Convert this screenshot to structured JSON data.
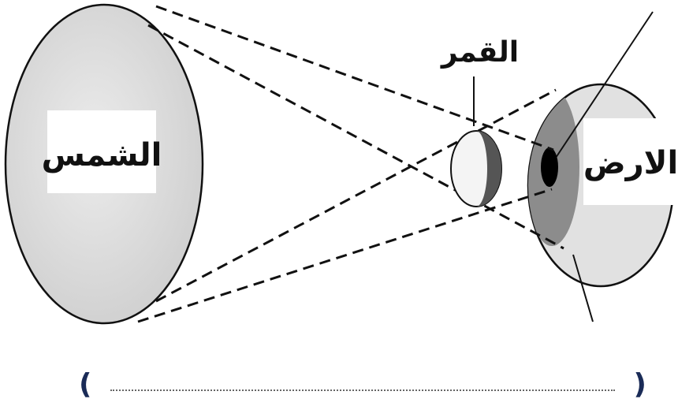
{
  "labels": {
    "sun": "الشمس",
    "moon": "القمر",
    "earth": "الارض"
  },
  "answer": {
    "open_paren": "(",
    "close_paren": ")"
  },
  "colors": {
    "sun_fill": "#dcdcdc",
    "earth_fill": "#e1e1e1",
    "penumbra": "#8c8c8c",
    "umbra": "#000000",
    "moon_dark": "#555555",
    "paren": "#1a2b57"
  }
}
